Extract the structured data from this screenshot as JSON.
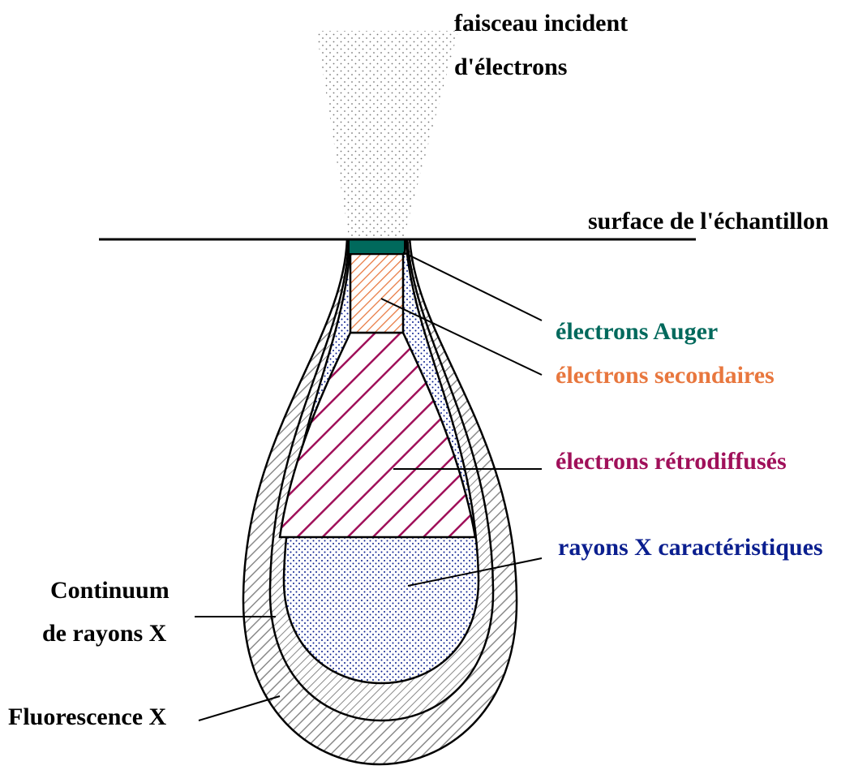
{
  "labels": {
    "incident_beam_line1": "faisceau incident",
    "incident_beam_line2": "d'électrons",
    "surface": "surface de l'échantillon",
    "auger": "électrons Auger",
    "secondary": "électrons secondaires",
    "backscattered": "électrons rétrodiffusés",
    "characteristic_xray": "rayons X caractéristiques",
    "continuum_line1": "Continuum",
    "continuum_line2": "de rayons X",
    "fluorescence": "Fluorescence X"
  },
  "colors": {
    "auger": "#00695c",
    "secondary": "#e8773e",
    "backscattered": "#a0105a",
    "characteristic_xray": "#0b1f8f",
    "hatch_grey": "#8a8a8a",
    "text": "#000000"
  }
}
